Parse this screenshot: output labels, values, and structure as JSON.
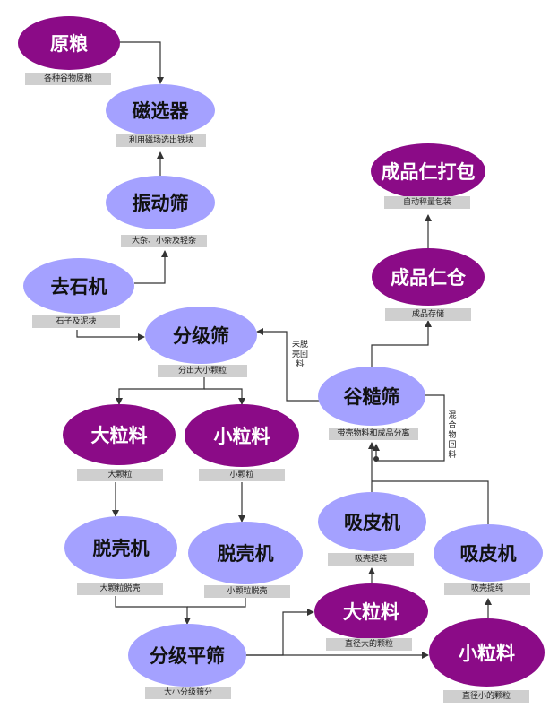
{
  "nodes": {
    "raw_grain": "原粮",
    "magnetic": "磁选器",
    "vibrating_screen": "振动筛",
    "destoner": "去石机",
    "grading_screen": "分级筛",
    "large_grain_1": "大粒料",
    "small_grain_1": "小粒料",
    "huller_large": "脱壳机",
    "huller_small": "脱壳机",
    "grading_plan": "分级平筛",
    "large_grain_2": "大粒料",
    "small_grain_2": "小粒料",
    "aspirator_1": "吸皮机",
    "aspirator_2": "吸皮机",
    "paddy_separator": "谷糙筛",
    "kernel_bin": "成品仁仓",
    "kernel_pack": "成品仁打包"
  },
  "captions": {
    "raw_grain": "各种谷物原粮",
    "magnetic": "利用磁场选出铁块",
    "vibrating_screen": "大杂、小杂及轻杂",
    "destoner": "石子及泥块",
    "grading_screen": "分出大小颗粒",
    "large_grain_1": "大颗粒",
    "small_grain_1": "小颗粒",
    "huller_large": "大颗粒脱壳",
    "huller_small": "小颗粒脱壳",
    "grading_plan": "大小分级筛分",
    "large_grain_2": "直径大的颗粒",
    "small_grain_2": "直径小的颗粒",
    "aspirator_1": "吸壳提纯",
    "aspirator_2": "吸壳提纯",
    "paddy_separator": "带壳物料和成品分离",
    "kernel_bin": "成品存储",
    "kernel_pack": "自动秤量包装"
  },
  "edge_labels": {
    "unhulled_return": "未脱壳回料",
    "mixed_return": "混合物回料"
  }
}
